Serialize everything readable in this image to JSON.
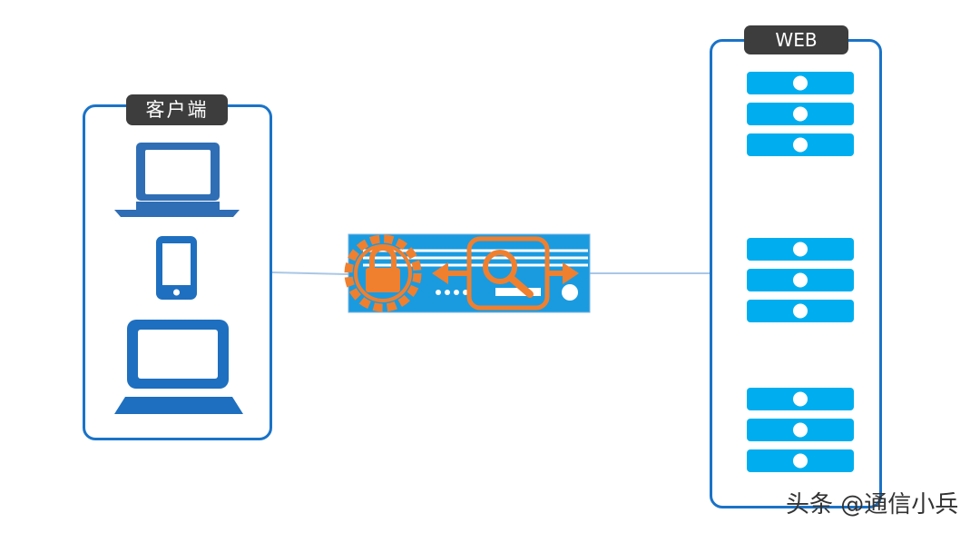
{
  "client": {
    "label": "客户端"
  },
  "web": {
    "label": "WEB"
  },
  "watermark": {
    "text": "头条 @通信小兵"
  },
  "colors": {
    "panel_border": "#1a73c8",
    "label_bg": "#3d3d3d",
    "device_blue": "#1e6fbf",
    "server_blue": "#00aeef",
    "appliance_blue": "#1a9be0",
    "accent_orange": "#f07f2e",
    "link_line": "#a9c7e6"
  },
  "icons": {
    "laptop_top": "laptop-icon",
    "phone": "smartphone-icon",
    "laptop_bottom": "laptop-icon",
    "lock": "lock-gear-icon",
    "search": "magnifier-icon",
    "server": "server-rack-icon"
  }
}
